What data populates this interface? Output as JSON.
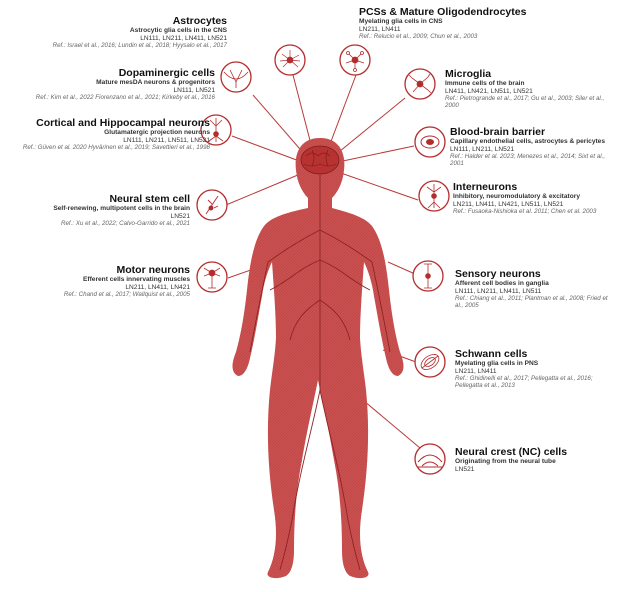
{
  "theme": {
    "accent": "#b52c2c",
    "body_fill": "#c9504f",
    "line": "#b83a3a",
    "text": "#222222"
  },
  "cells": [
    {
      "id": "astrocytes",
      "icon": "astrocyte-icon",
      "title": "Astrocytes",
      "desc": "Astrocytic glia cells in the CNS",
      "lines": "LN111, LN211, LN411, LN521",
      "ref": "Ref.: Israel et al., 2016; Lundin et al., 2018; Hyysalo et al., 2017"
    },
    {
      "id": "pcs-oligodendrocytes",
      "icon": "oligodendrocyte-icon",
      "title": "PCSs & Mature Oligodendrocytes",
      "desc": "Myelating glia cells in CNS",
      "lines": "LN211, LN411",
      "ref": "Ref.: Relucio et al., 2009; Chun et al., 2003"
    },
    {
      "id": "dopaminergic",
      "icon": "dopaminergic-neuron-icon",
      "title": "Dopaminergic cells",
      "desc": "Mature mesDA neurons & progenitors",
      "lines": "LN111, LN521",
      "ref": "Ref.: Kim et al., 2022 Fiorenzano et al., 2021; Kirkeby et al., 2016"
    },
    {
      "id": "microglia",
      "icon": "microglia-icon",
      "title": "Microglia",
      "desc": "Immune cells of the brain",
      "lines": "LN411, LN421, LN511, LN521",
      "ref": "Ref.: Pietrogrande et al., 2017; Gu et al., 2003; Siler et al., 2000"
    },
    {
      "id": "cortical",
      "icon": "pyramidal-neuron-icon",
      "title": "Cortical and Hippocampal neurons",
      "desc": "Glutamatergic projection neurons",
      "lines": "LN111, LN211, LN511, LN521",
      "ref": "Ref.: Güven et al. 2020 Hyvärinen et al., 2019; Savettieri et al., 1998"
    },
    {
      "id": "bbb",
      "icon": "blood-vessel-icon",
      "title": "Blood-brain barrier",
      "desc": "Capillary endothelial cells, astrocytes & pericytes",
      "lines": "LN111, LN211, LN521",
      "ref": "Ref.: Halder et al. 2023; Menezes et al., 2014; Sixt et al., 2001"
    },
    {
      "id": "neural-stem",
      "icon": "stem-cell-icon",
      "title": "Neural stem cell",
      "desc": "Self-renewing, multipotent cells in the brain",
      "lines": "LN521",
      "ref": "Ref.: Xu et al., 2022; Calvo-Garrido et al., 2021"
    },
    {
      "id": "interneurons",
      "icon": "interneuron-icon",
      "title": "Interneurons",
      "desc": "Inhibitory, neuromodulatory & excitatory",
      "lines": "LN211, LN411, LN421, LN511, LN521",
      "ref": "Ref.: Fusaoka-Nishioka et al. 2011; Chen et al. 2003"
    },
    {
      "id": "motor",
      "icon": "motor-neuron-icon",
      "title": "Motor neurons",
      "desc": "Efferent cells innervating muscles",
      "lines": "LN211, LN411, LN421",
      "ref": "Ref.: Chand et al., 2017; Wallquist et al., 2005"
    },
    {
      "id": "sensory",
      "icon": "sensory-neuron-icon",
      "title": "Sensory neurons",
      "desc": "Afferent cell bodies in ganglia",
      "lines": "LN111, LN211, LN411, LN511",
      "ref": "Ref.: Chiang et al., 2011; Plantman et al., 2008; Fried et al., 2005"
    },
    {
      "id": "schwann",
      "icon": "schwann-cell-icon",
      "title": "Schwann cells",
      "desc": "Myelating glia cells in PNS",
      "lines": "LN211, LN411",
      "ref": "Ref.: Ghidinelli et al., 2017; Pellegatta et al., 2016; Pellegatta et al., 2013"
    },
    {
      "id": "neural-crest",
      "icon": "neural-tube-icon",
      "title": "Neural crest (NC) cells",
      "desc": "Originating from the neural tube",
      "lines": "LN521",
      "ref": ""
    }
  ]
}
